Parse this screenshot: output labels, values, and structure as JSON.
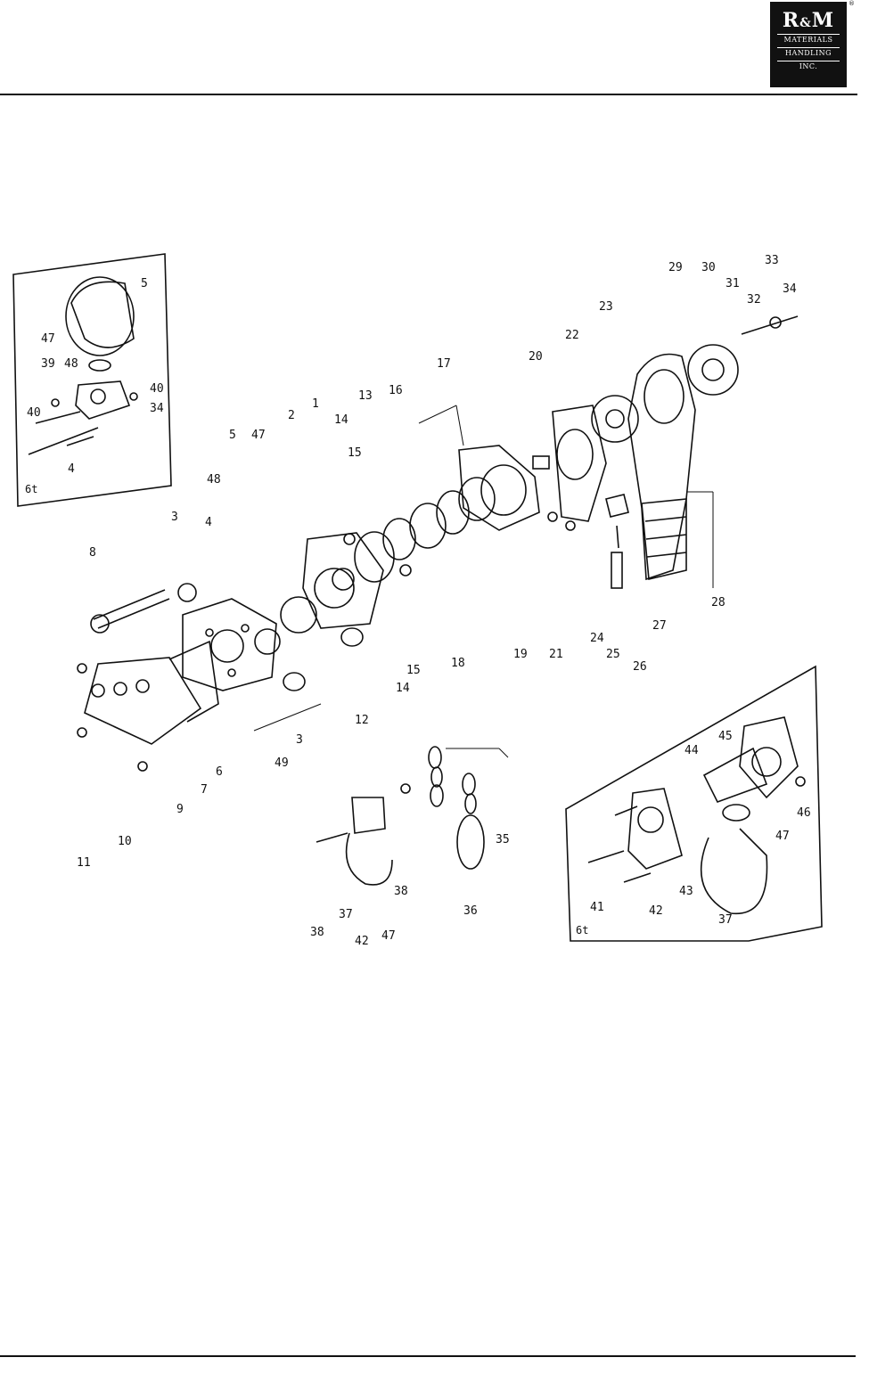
{
  "logo": {
    "line1_left": "R",
    "line1_amp": "&",
    "line1_right": "M",
    "line2": "MATERIALS",
    "line3": "HANDLING",
    "line4": "INC.",
    "registered": "®"
  },
  "diagram": {
    "inset_top_left_label": "6t",
    "inset_bottom_right_label": "6t",
    "part_numbers": {
      "p1": "1",
      "p2": "2",
      "p3a": "3",
      "p3b": "3",
      "p4a": "4",
      "p4b": "4",
      "p5a": "5",
      "p5b": "5",
      "p6": "6",
      "p7": "7",
      "p8": "8",
      "p9": "9",
      "p10": "10",
      "p11": "11",
      "p12": "12",
      "p13": "13",
      "p14a": "14",
      "p14b": "14",
      "p15a": "15",
      "p15b": "15",
      "p16": "16",
      "p17": "17",
      "p18": "18",
      "p19": "19",
      "p20": "20",
      "p21": "21",
      "p22": "22",
      "p23": "23",
      "p24": "24",
      "p25": "25",
      "p26": "26",
      "p27": "27",
      "p28": "28",
      "p29": "29",
      "p30": "30",
      "p31": "31",
      "p32": "32",
      "p33": "33",
      "p34a": "34",
      "p34b": "34",
      "p35": "35",
      "p36": "36",
      "p37a": "37",
      "p37b": "37",
      "p38a": "38",
      "p38b": "38",
      "p39": "39",
      "p40a": "40",
      "p40b": "40",
      "p41": "41",
      "p42a": "42",
      "p42b": "42",
      "p43": "43",
      "p44": "44",
      "p45": "45",
      "p46": "46",
      "p47a": "47",
      "p47b": "47",
      "p47c": "47",
      "p47d": "47",
      "p48a": "48",
      "p48b": "48",
      "p49": "49"
    }
  }
}
